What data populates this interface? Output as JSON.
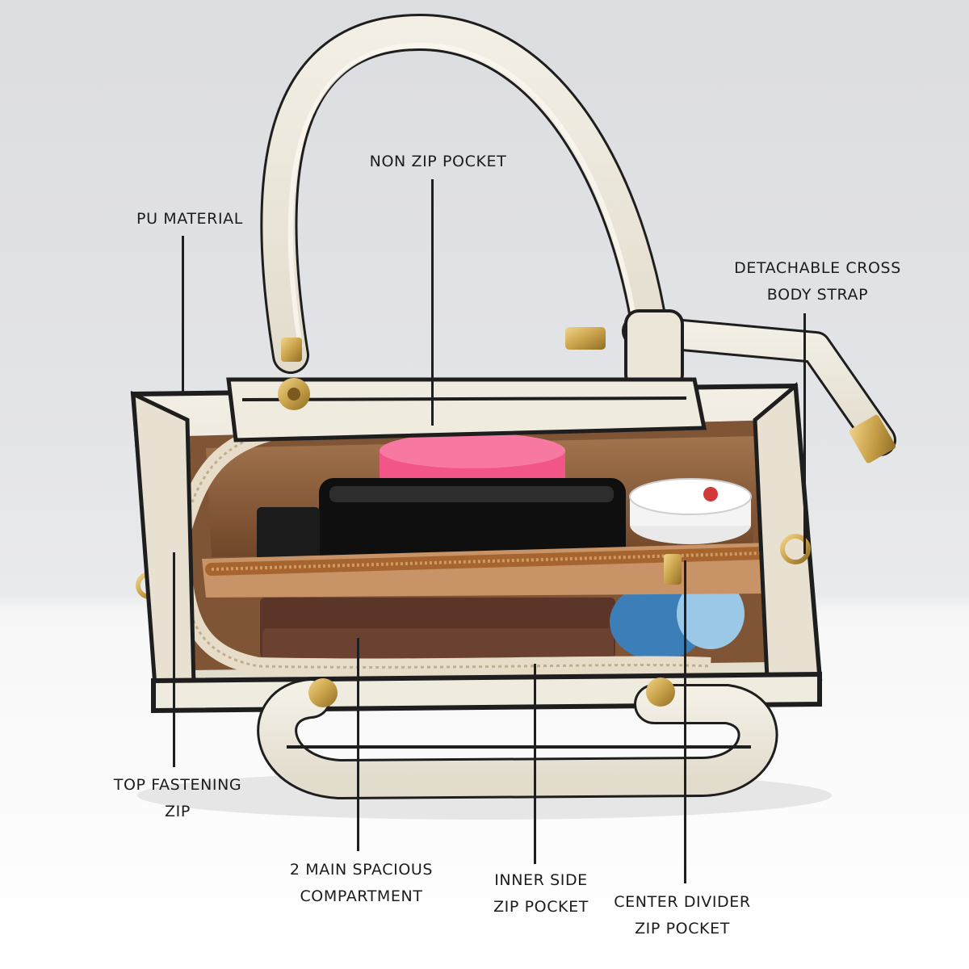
{
  "callouts": {
    "pu_material": {
      "lines": [
        "PU MATERIAL"
      ]
    },
    "non_zip_pocket": {
      "lines": [
        "NON ZIP POCKET"
      ]
    },
    "detachable_strap": {
      "lines": [
        "DETACHABLE CROSS",
        "BODY STRAP"
      ]
    },
    "top_zip": {
      "lines": [
        "TOP FASTENING",
        "ZIP"
      ]
    },
    "main_compartment": {
      "lines": [
        "2 MAIN SPACIOUS",
        "COMPARTMENT"
      ]
    },
    "inner_side_pocket": {
      "lines": [
        "INNER SIDE",
        "ZIP POCKET"
      ]
    },
    "center_divider_pocket": {
      "lines": [
        "CENTER DIVIDER",
        "ZIP POCKET"
      ]
    }
  },
  "colors": {
    "bag": "#ede7d9",
    "piping": "#1e1e1e",
    "lining": "#8a5a36",
    "gold_hardware": "#c9a24a",
    "leader_line": "#1f1f1f"
  }
}
